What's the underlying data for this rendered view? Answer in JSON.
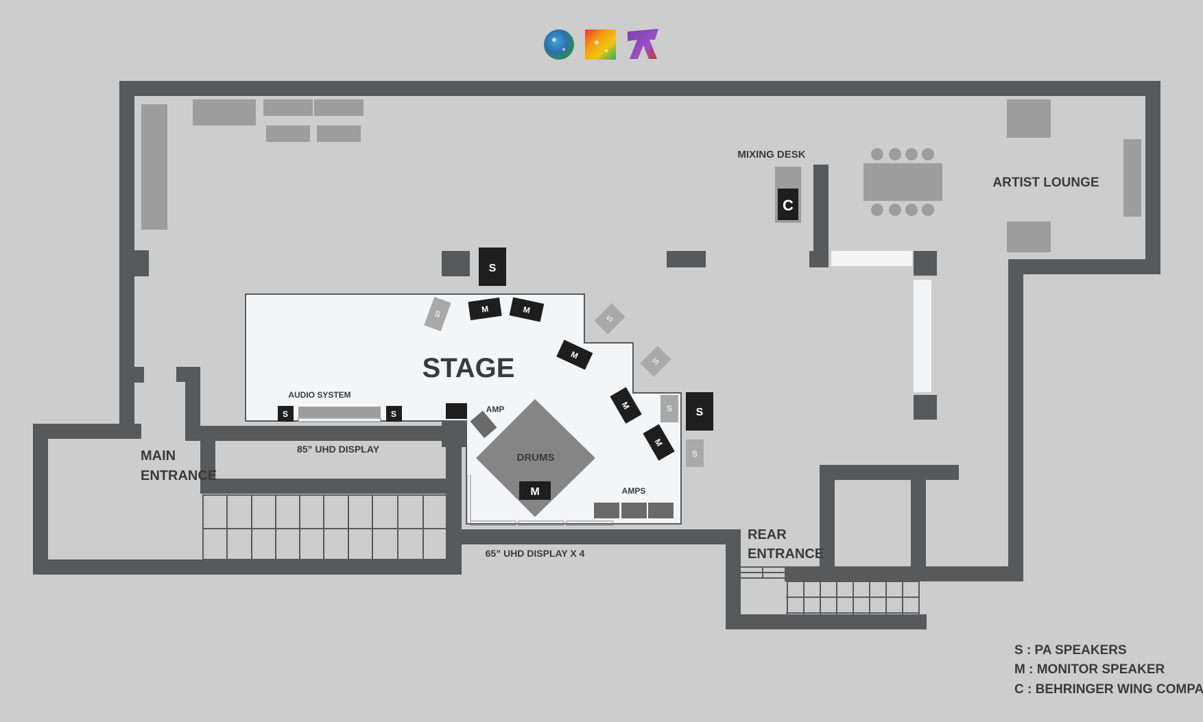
{
  "title": "",
  "colors": {
    "background": "#cdcdcd",
    "wall": "#58595b",
    "stage": "#f4f5f7",
    "furniture": "#9d9d9d",
    "speaker_dark": "#1e1e1e",
    "speaker_light": "#a9a9a9",
    "text": "#3a3a3a"
  },
  "logos": [
    "globe-logo",
    "rainbow-square-logo",
    "purple-glyph-logo"
  ],
  "areas": {
    "stage": "STAGE",
    "drums": "DRUMS",
    "mixing_desk": "MIXING DESK",
    "artist_lounge": "ARTIST LOUNGE",
    "main_entrance_1": "MAIN",
    "main_entrance_2": "ENTRANCE",
    "rear_entrance_1": "REAR",
    "rear_entrance_2": "ENTRANCE"
  },
  "equipment": {
    "audio_system": "AUDIO SYSTEM",
    "uhd_display": "85” UHD DISPLAY",
    "uhd_display_x4": "65” UHD DISPLAY X 4",
    "amp": "AMP",
    "amps": "AMPS"
  },
  "markers": {
    "pa": "S",
    "monitor": "M",
    "console": "C"
  },
  "legend": [
    "S  : PA SPEAKERS",
    "M : MONITOR SPEAKER",
    "C : BEHRINGER WING COMPACT"
  ]
}
